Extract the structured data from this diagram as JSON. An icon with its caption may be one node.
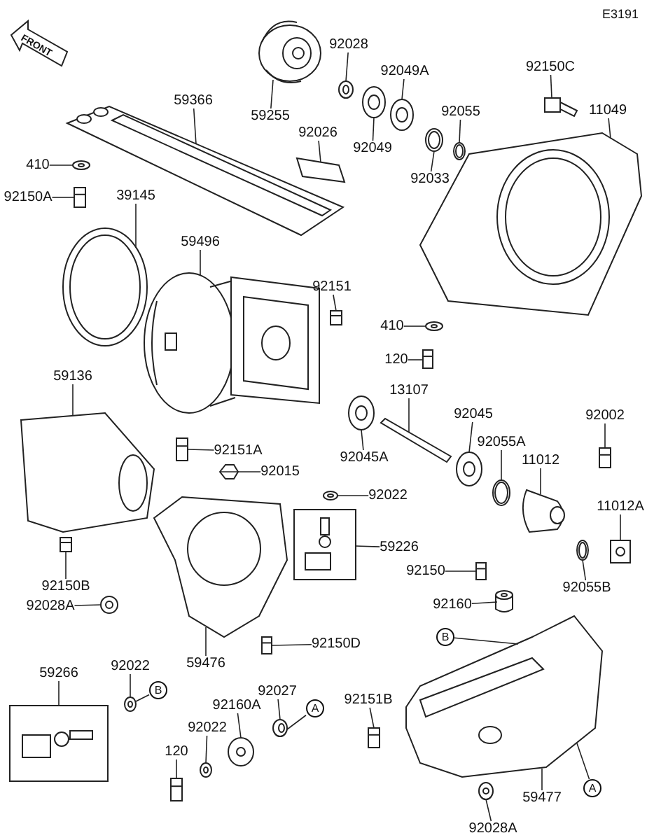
{
  "diagram": {
    "nodes": [
      {
        "text": [
          "92028"
        ]
      },
      {
        "text": [
          "59255"
        ]
      },
      {
        "text": [
          "92049A"
        ]
      },
      {
        "text": [
          "92150C"
        ]
      },
      {
        "text": [
          "11049"
        ]
      },
      {
        "text": [
          "59366"
        ]
      },
      {
        "text": [
          "92049"
        ]
      },
      {
        "text": [
          "92055"
        ]
      },
      {
        "text": [
          "92033"
        ]
      },
      {
        "text": [
          "92026"
        ]
      },
      {
        "text": [
          "410"
        ]
      },
      {
        "text": [
          "92150A"
        ]
      },
      {
        "text": [
          "39145"
        ]
      },
      {
        "text": [
          "59496"
        ]
      },
      {
        "text": [
          "92151"
        ]
      },
      {
        "text": [
          "410"
        ]
      },
      {
        "text": [
          "120"
        ]
      },
      {
        "text": [
          "59136"
        ]
      },
      {
        "text": [
          "13107"
        ]
      },
      {
        "text": [
          "92045"
        ]
      },
      {
        "text": [
          "92002"
        ]
      },
      {
        "text": [
          "92151A"
        ]
      },
      {
        "text": [
          "92045A"
        ]
      },
      {
        "text": [
          "92055A"
        ]
      },
      {
        "text": [
          "11012"
        ]
      },
      {
        "text": [
          "92015"
        ]
      },
      {
        "text": [
          "92022"
        ]
      },
      {
        "text": [
          "11012A"
        ]
      },
      {
        "text": [
          "59226"
        ]
      },
      {
        "text": [
          "92150"
        ]
      },
      {
        "text": [
          "92150B"
        ]
      },
      {
        "text": [
          "92055B"
        ]
      },
      {
        "text": [
          "92028A"
        ]
      },
      {
        "text": [
          "92160"
        ]
      },
      {
        "text": [
          "92150D"
        ]
      },
      {
        "text": [
          "59476"
        ]
      },
      {
        "text": [
          "59266"
        ]
      },
      {
        "text": [
          "92022"
        ]
      },
      {
        "text": [
          "92027"
        ]
      },
      {
        "text": [
          "92151B"
        ]
      },
      {
        "text": [
          "92160A"
        ]
      },
      {
        "text": [
          "92022"
        ]
      },
      {
        "text": [
          "120"
        ]
      },
      {
        "text": [
          "59477"
        ]
      },
      {
        "text": [
          "92028A"
        ]
      },
      {
        "text": [
          "B"
        ]
      },
      {
        "text": [
          "A"
        ]
      },
      {
        "text": [
          "B"
        ]
      },
      {
        "text": [
          "A"
        ]
      },
      {
        "text": [],
        "shape": "picture"
      },
      {
        "text": [],
        "shape": "picture"
      },
      {
        "text": [],
        "shape": "picture"
      },
      {
        "text": [],
        "shape": "picture"
      },
      {
        "text": [],
        "shape": "picture"
      },
      {
        "text": [],
        "shape": "picture"
      },
      {
        "text": [],
        "shape": "picture"
      },
      {
        "text": [],
        "shape": "picture"
      },
      {
        "text": [],
        "shape": "picture"
      },
      {
        "text": [],
        "shape": "picture"
      },
      {
        "text": [],
        "shape": "picture"
      },
      {
        "text": [],
        "shape": "picture"
      },
      {
        "text": [],
        "shape": "picture"
      },
      {
        "text": [],
        "shape": "picture"
      },
      {
        "text": [],
        "shape": "picture"
      },
      {
        "text": [],
        "shape": "picture"
      },
      {
        "text": [],
        "shape": "picture"
      },
      {
        "text": [],
        "shape": "picture"
      },
      {
        "text": [],
        "shape": "picture"
      },
      {
        "text": [],
        "shape": "picture"
      },
      {
        "text": [],
        "shape": "picture"
      },
      {
        "text": [],
        "shape": "picture"
      },
      {
        "text": [],
        "shape": "picture"
      },
      {
        "text": [],
        "shape": "picture"
      },
      {
        "text": [],
        "shape": "picture"
      },
      {
        "text": [],
        "shape": "picture"
      },
      {
        "text": [],
        "shape": "picture"
      },
      {
        "text": [],
        "shape": "picture"
      },
      {
        "text": [],
        "shape": "picture"
      },
      {
        "text": [],
        "shape": "picture"
      },
      {
        "text": [],
        "shape": "picture"
      },
      {
        "text": [],
        "shape": "picture"
      },
      {
        "text": [],
        "shape": "picture"
      },
      {
        "text": [],
        "shape": "picture"
      },
      {
        "text": [],
        "shape": "picture"
      },
      {
        "text": [],
        "shape": "picture"
      },
      {
        "text": [],
        "shape": "picture"
      },
      {
        "text": [],
        "shape": "picture"
      },
      {
        "text": [],
        "shape": "picture"
      },
      {
        "text": [],
        "shape": "picture"
      },
      {
        "text": [],
        "shape": "picture"
      },
      {
        "text": [],
        "shape": "picture"
      },
      {
        "text": [],
        "shape": "picture"
      },
      {
        "text": [],
        "shape": "picture"
      },
      {
        "text": [],
        "shape": "picture"
      }
    ],
    "edges": [
      {
        "from": 0,
        "to": 49,
        "arrow": "none"
      },
      {
        "from": 1,
        "to": 50,
        "arrow": "none"
      },
      {
        "from": 2,
        "to": 51,
        "arrow": "none"
      },
      {
        "from": 3,
        "to": 52,
        "arrow": "none"
      },
      {
        "from": 4,
        "to": 53,
        "arrow": "none"
      },
      {
        "from": 5,
        "to": 54,
        "arrow": "none"
      },
      {
        "from": 6,
        "to": 55,
        "arrow": "none"
      },
      {
        "from": 7,
        "to": 56,
        "arrow": "none"
      },
      {
        "from": 8,
        "to": 57,
        "arrow": "none"
      },
      {
        "from": 9,
        "to": 58,
        "arrow": "none"
      },
      {
        "from": 10,
        "to": 59,
        "arrow": "none"
      },
      {
        "from": 11,
        "to": 60,
        "arrow": "none"
      },
      {
        "from": 12,
        "to": 61,
        "arrow": "none"
      },
      {
        "from": 13,
        "to": 62,
        "arrow": "none"
      },
      {
        "from": 14,
        "to": 63,
        "arrow": "none"
      },
      {
        "from": 15,
        "to": 64,
        "arrow": "none"
      },
      {
        "from": 16,
        "to": 65,
        "arrow": "none"
      },
      {
        "from": 17,
        "to": 66,
        "arrow": "none"
      },
      {
        "from": 18,
        "to": 67,
        "arrow": "none"
      },
      {
        "from": 19,
        "to": 68,
        "arrow": "none"
      },
      {
        "from": 20,
        "to": 69,
        "arrow": "none"
      },
      {
        "from": 21,
        "to": 70,
        "arrow": "none"
      },
      {
        "from": 22,
        "to": 71,
        "arrow": "none"
      },
      {
        "from": 23,
        "to": 72,
        "arrow": "none"
      },
      {
        "from": 24,
        "to": 73,
        "arrow": "none"
      },
      {
        "from": 25,
        "to": 74,
        "arrow": "none"
      },
      {
        "from": 26,
        "to": 75,
        "arrow": "none"
      },
      {
        "from": 27,
        "to": 76,
        "arrow": "none"
      },
      {
        "from": 28,
        "to": 77,
        "arrow": "none"
      },
      {
        "from": 29,
        "to": 78,
        "arrow": "none"
      },
      {
        "from": 30,
        "to": 79,
        "arrow": "none"
      },
      {
        "from": 31,
        "to": 80,
        "arrow": "none"
      },
      {
        "from": 32,
        "to": 81,
        "arrow": "none"
      },
      {
        "from": 33,
        "to": 82,
        "arrow": "none"
      },
      {
        "from": 34,
        "to": 83,
        "arrow": "none"
      },
      {
        "from": 35,
        "to": 84,
        "arrow": "none"
      },
      {
        "from": 36,
        "to": 85,
        "arrow": "none"
      },
      {
        "from": 37,
        "to": 86,
        "arrow": "none"
      },
      {
        "from": 38,
        "to": 87,
        "arrow": "none"
      },
      {
        "from": 39,
        "to": 88,
        "arrow": "none"
      },
      {
        "from": 40,
        "to": 89,
        "arrow": "none"
      },
      {
        "from": 41,
        "to": 90,
        "arrow": "none"
      },
      {
        "from": 42,
        "to": 91,
        "arrow": "none"
      },
      {
        "from": 43,
        "to": 92,
        "arrow": "none"
      },
      {
        "from": 44,
        "to": 93,
        "arrow": "none"
      },
      {
        "from": 45,
        "to": 86,
        "arrow": "none"
      },
      {
        "from": 46,
        "to": 87,
        "arrow": "none"
      },
      {
        "from": 47,
        "to": 92,
        "arrow": "none"
      },
      {
        "from": 48,
        "to": 92,
        "arrow": "none"
      }
    ],
    "labels": [
      "E3191",
      "FRONT"
    ]
  }
}
